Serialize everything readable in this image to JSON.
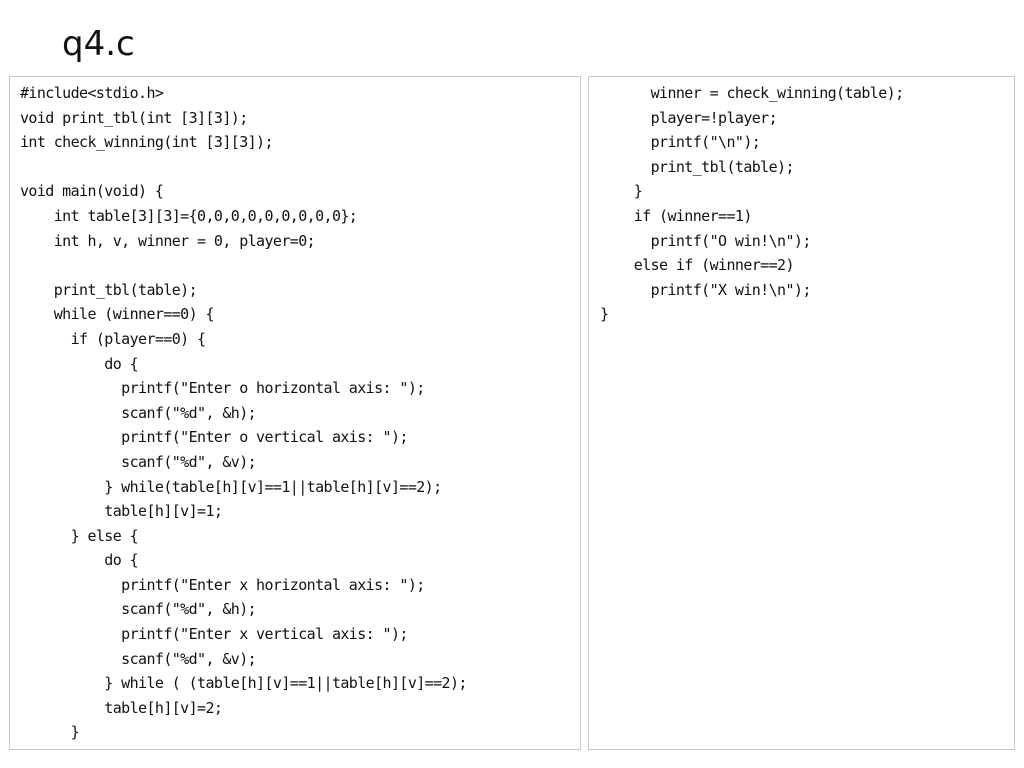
{
  "slide": {
    "title": "q4.c"
  },
  "left_panel": {
    "lines": [
      "#include<stdio.h>",
      "void print_tbl(int [3][3]);",
      "int check_winning(int [3][3]);",
      "",
      "void main(void) {",
      "    int table[3][3]={0,0,0,0,0,0,0,0,0};",
      "    int h, v, winner = 0, player=0;",
      "",
      "    print_tbl(table);",
      "    while (winner==0) {",
      "      if (player==0) {",
      "          do {",
      "            printf(\"Enter o horizontal axis: \");",
      "            scanf(\"%d\", &h);",
      "            printf(\"Enter o vertical axis: \");",
      "            scanf(\"%d\", &v);",
      "          } while(table[h][v]==1||table[h][v]==2);",
      "          table[h][v]=1;",
      "      } else {",
      "          do {",
      "            printf(\"Enter x horizontal axis: \");",
      "            scanf(\"%d\", &h);",
      "            printf(\"Enter x vertical axis: \");",
      "            scanf(\"%d\", &v);",
      "          } while ( (table[h][v]==1||table[h][v]==2);",
      "          table[h][v]=2;",
      "      }"
    ]
  },
  "right_panel": {
    "lines": [
      "      winner = check_winning(table);",
      "      player=!player;",
      "      printf(\"\\n\");",
      "      print_tbl(table);",
      "    }",
      "    if (winner==1)",
      "      printf(\"O win!\\n\");",
      "    else if (winner==2)",
      "      printf(\"X win!\\n\");",
      "}"
    ]
  }
}
